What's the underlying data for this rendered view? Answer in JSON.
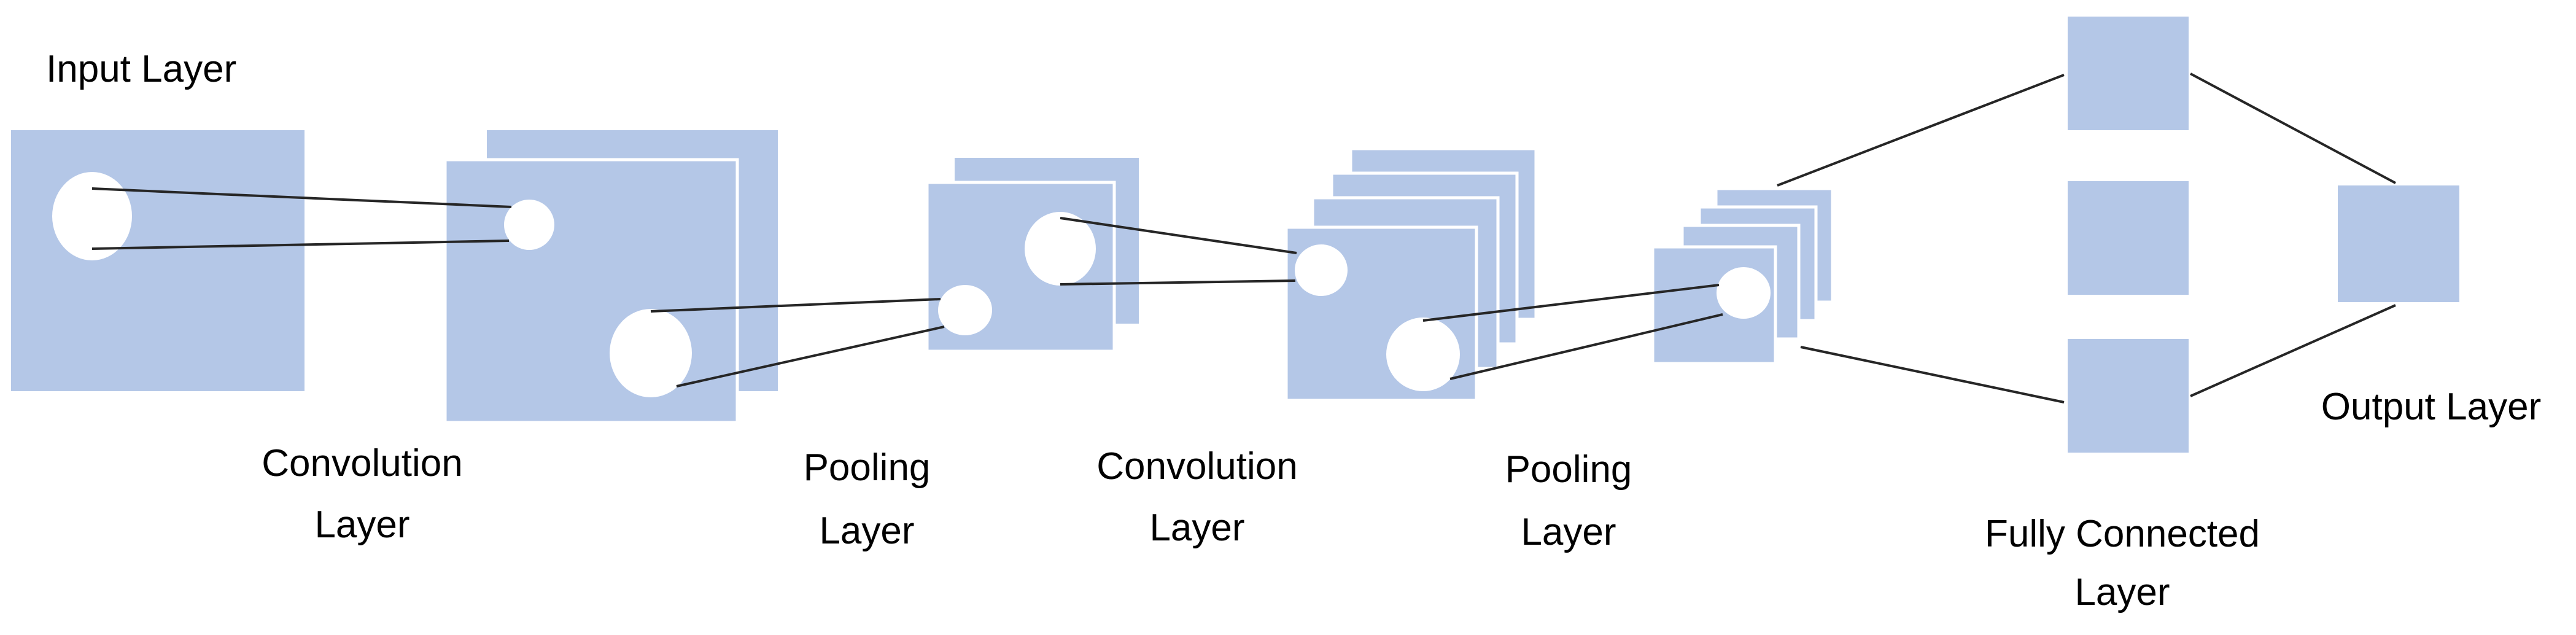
{
  "labels": {
    "input": "Input Layer",
    "conv1_line1": "Convolution",
    "conv1_line2": "Layer",
    "pool1_line1": "Pooling",
    "pool1_line2": "Layer",
    "conv2_line1": "Convolution",
    "conv2_line2": "Layer",
    "pool2_line1": "Pooling",
    "pool2_line2": "Layer",
    "fc_line1": "Fully Connected",
    "fc_line2": "Layer",
    "output": "Output Layer"
  },
  "colors": {
    "block": "#b4c7e7",
    "line": "#262626",
    "background": "#ffffff"
  }
}
